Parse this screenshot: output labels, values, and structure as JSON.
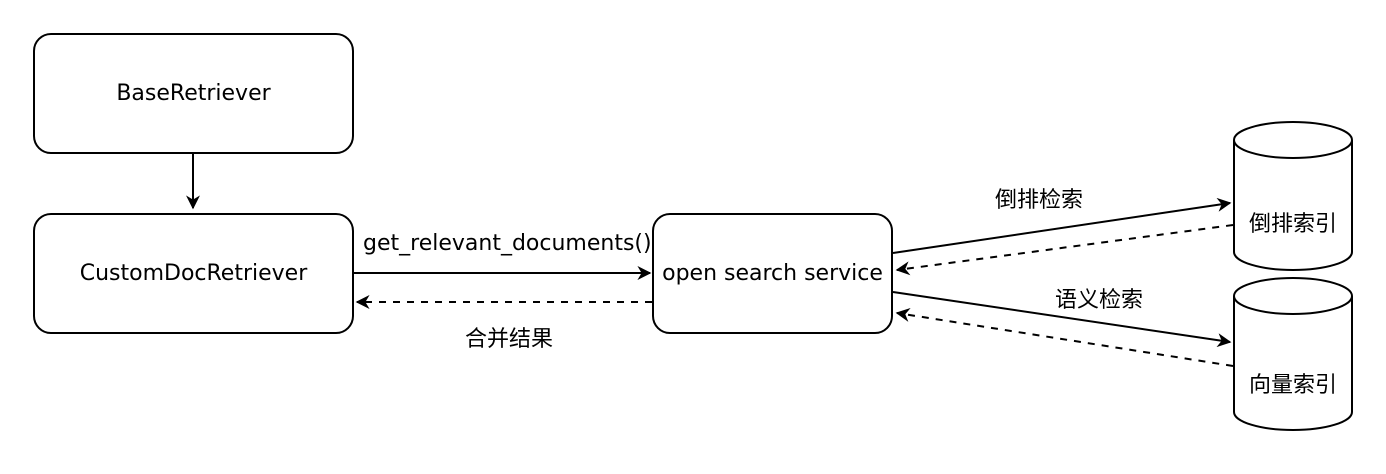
{
  "nodes": {
    "base_retriever": "BaseRetriever",
    "custom_doc_retriever": "CustomDocRetriever",
    "open_search_service": "open search service",
    "inverted_index": "倒排索引",
    "vector_index": "向量索引"
  },
  "edges": {
    "call_label": "get_relevant_documents()",
    "merge_label": "合并结果",
    "inverted_search_label": "倒排检索",
    "semantic_search_label": "语义检索"
  },
  "colors": {
    "stroke": "#000000",
    "fill": "#ffffff"
  }
}
